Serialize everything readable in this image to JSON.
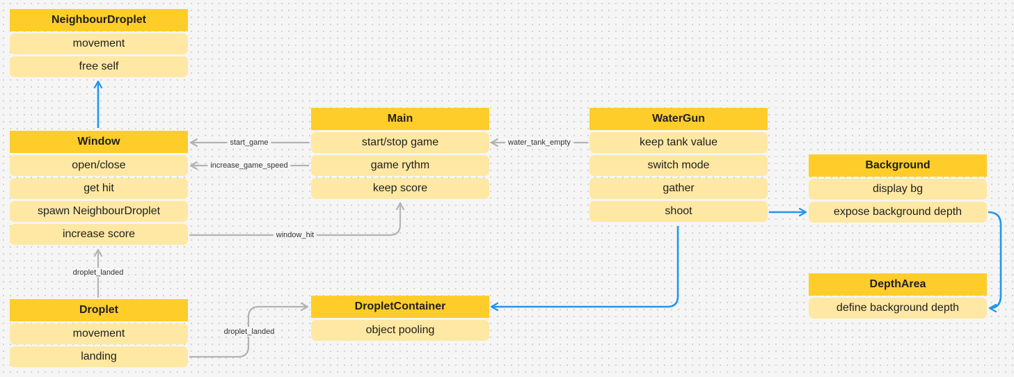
{
  "nodes": {
    "neighbour_droplet": {
      "title": "NeighbourDroplet",
      "items": [
        "movement",
        "free self"
      ]
    },
    "window": {
      "title": "Window",
      "items": [
        "open/close",
        "get hit",
        "spawn NeighbourDroplet",
        "increase score"
      ]
    },
    "droplet": {
      "title": "Droplet",
      "items": [
        "movement",
        "landing"
      ]
    },
    "main": {
      "title": "Main",
      "items": [
        "start/stop game",
        "game rythm",
        "keep score"
      ]
    },
    "droplet_container": {
      "title": "DropletContainer",
      "items": [
        "object pooling"
      ]
    },
    "water_gun": {
      "title": "WaterGun",
      "items": [
        "keep tank value",
        "switch mode",
        "gather",
        "shoot"
      ]
    },
    "background": {
      "title": "Background",
      "items": [
        "display bg",
        "expose background depth"
      ]
    },
    "depth_area": {
      "title": "DepthArea",
      "items": [
        "define background depth"
      ]
    }
  },
  "edges": {
    "start_game": "start_game",
    "increase_game_speed": "increase_game_speed",
    "window_hit": "window_hit",
    "droplet_landed_to_window": "droplet_landed",
    "droplet_landed_to_container": "droplet_landed",
    "water_tank_empty": "water_tank_empty"
  },
  "colors": {
    "header": "#ffcd29",
    "row": "#ffe8a3",
    "edge_gray": "#b3b3b3",
    "edge_blue": "#1e96f0"
  }
}
